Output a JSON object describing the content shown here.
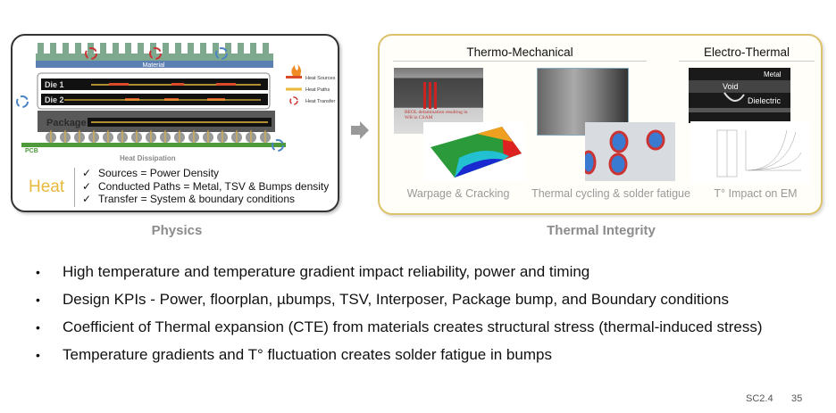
{
  "physics": {
    "section_label": "Physics",
    "diagram": {
      "material_label": "Material",
      "die1_label": "Die 1",
      "die2_label": "Die 2",
      "package_label": "Package",
      "pcb_label": "PCB",
      "heat_dissipation_label": "Heat Dissipation",
      "legend": [
        {
          "label": "Heat Sources",
          "icon": "flame-icon"
        },
        {
          "label": "Heat Paths",
          "icon": "double-arrow-icon"
        },
        {
          "label": "Heat Transfer",
          "icon": "circular-arrows-icon"
        }
      ]
    },
    "heat": {
      "title": "Heat",
      "items": [
        "Sources = Power Density",
        "Conducted Paths = Metal, TSV & Bumps density",
        "Transfer = System & boundary conditions"
      ],
      "check_glyph": "✓"
    }
  },
  "thermal_integrity": {
    "section_label": "Thermal Integrity",
    "thermo_mechanical": {
      "heading": "Thermo-Mechanical",
      "image_note": "BEOL delamination resulting in WB in CSAM",
      "captions": [
        "Warpage & Cracking",
        "Thermal cycling & solder fatigue"
      ]
    },
    "electro_thermal": {
      "heading": "Electro-Thermal",
      "image_labels": [
        "Void",
        "Metal",
        "Dielectric"
      ],
      "caption": "T° Impact on EM"
    }
  },
  "bullets": [
    "High temperature and temperature gradient impact reliability, power and timing",
    "Design KPIs - Power, floorplan, µbumps, TSV, Interposer, Package bump, and Boundary conditions",
    "Coefficient of Thermal expansion (CTE) from materials creates structural stress (thermal-induced stress)",
    "Temperature gradients and T° fluctuation creates solder fatigue in bumps"
  ],
  "footer": {
    "section": "SC2.4",
    "page": "35"
  },
  "colors": {
    "heat_gold": "#e8b93a",
    "right_border": "#dcc26a",
    "fin_green": "#7fa98f",
    "pcb_green": "#4e9a3a"
  }
}
